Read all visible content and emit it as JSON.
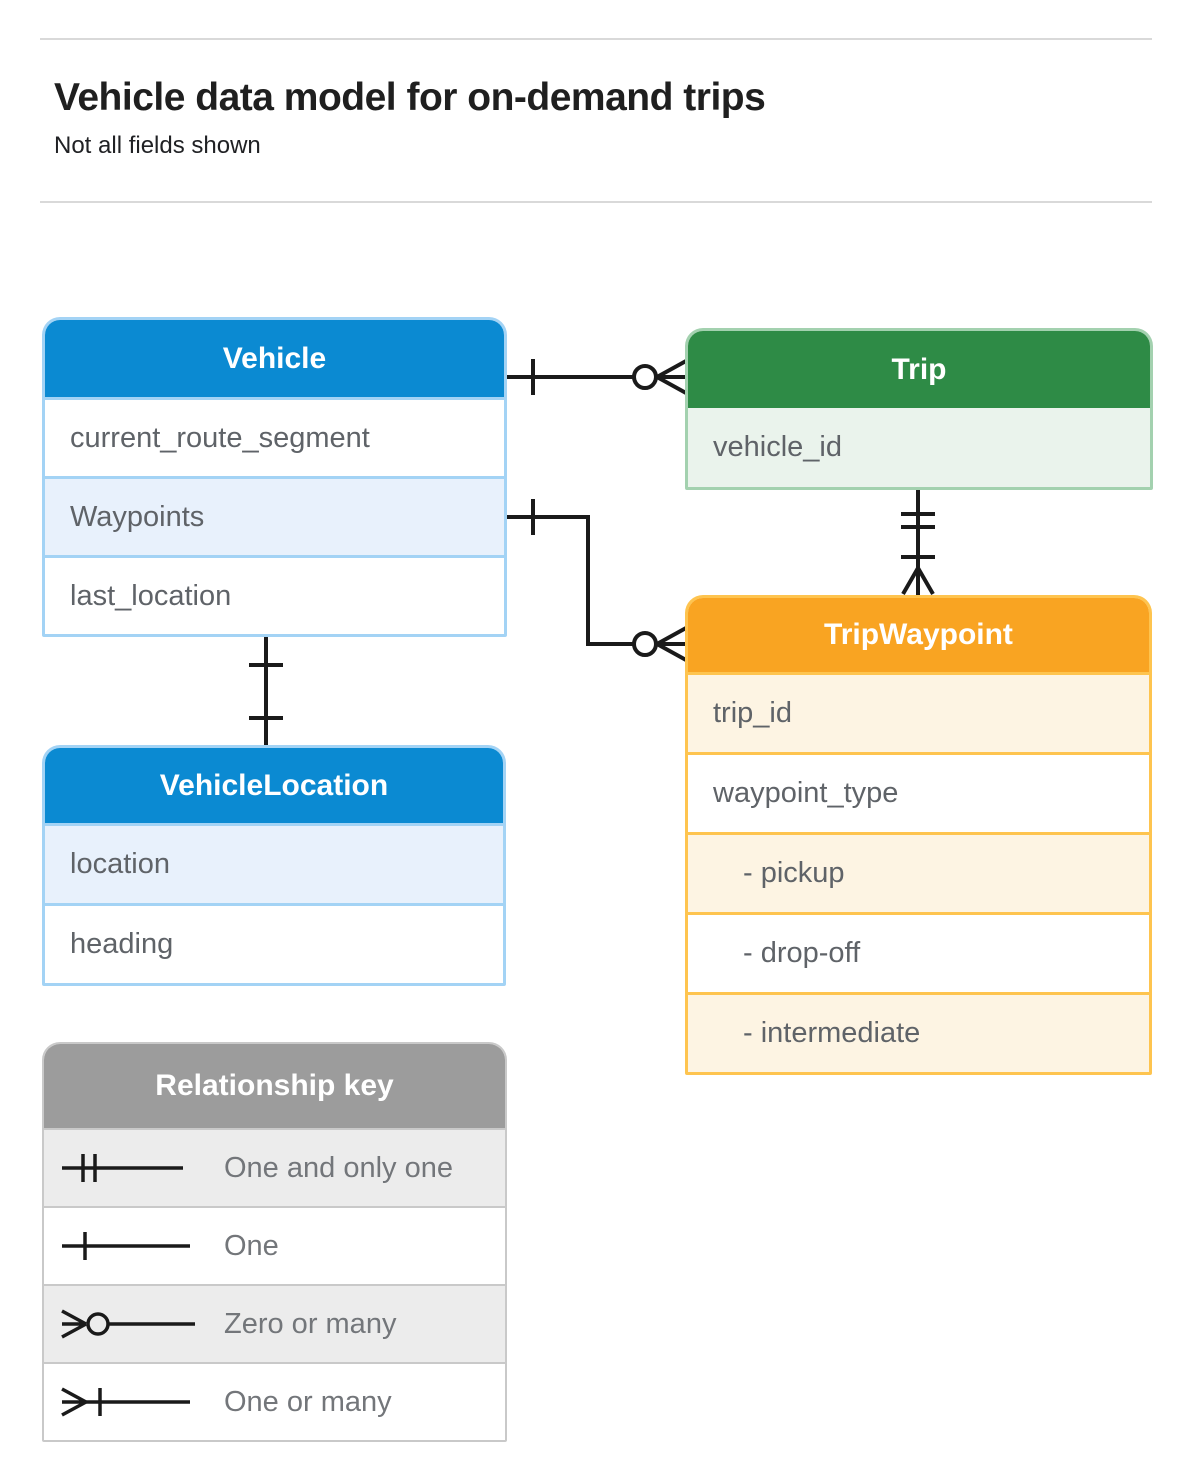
{
  "header": {
    "title": "Vehicle data model for on-demand trips",
    "subtitle": "Not all fields shown"
  },
  "entities": [
    {
      "title": "Vehicle",
      "fields": [
        {
          "label": "current_route_segment",
          "highlighted": false
        },
        {
          "label": "Waypoints",
          "highlighted": true
        },
        {
          "label": "last_location",
          "highlighted": false
        }
      ]
    },
    {
      "title": "Trip",
      "fields": [
        {
          "label": "vehicle_id",
          "highlighted": true
        }
      ]
    },
    {
      "title": "VehicleLocation",
      "fields": [
        {
          "label": "location",
          "highlighted": true
        },
        {
          "label": "heading",
          "highlighted": false
        }
      ]
    },
    {
      "title": "TripWaypoint",
      "fields": [
        {
          "label": "trip_id",
          "highlighted": true
        },
        {
          "label": "waypoint_type",
          "highlighted": false
        },
        {
          "label": "- pickup",
          "highlighted": true
        },
        {
          "label": "- drop-off",
          "highlighted": false
        },
        {
          "label": "- intermediate",
          "highlighted": true
        }
      ]
    }
  ],
  "relationships": [
    {
      "from": "Vehicle",
      "to": "Trip",
      "from_cardinality": "one",
      "to_cardinality": "zero-or-many"
    },
    {
      "from": "Vehicle.Waypoints",
      "to": "TripWaypoint",
      "from_cardinality": "one",
      "to_cardinality": "zero-or-many"
    },
    {
      "from": "Trip",
      "to": "TripWaypoint",
      "from_cardinality": "one-and-only-one",
      "to_cardinality": "one-or-many"
    },
    {
      "from": "Vehicle",
      "to": "VehicleLocation",
      "from_cardinality": "one",
      "to_cardinality": "one"
    }
  ],
  "legend": {
    "title": "Relationship key",
    "items": [
      {
        "symbol": "one-and-only-one-icon",
        "label": "One and only one"
      },
      {
        "symbol": "one-icon",
        "label": "One"
      },
      {
        "symbol": "zero-or-many-icon",
        "label": "Zero or many"
      },
      {
        "symbol": "one-or-many-icon",
        "label": "One or many"
      }
    ]
  },
  "colors": {
    "vehicle_accent": "#0b8ad2",
    "vehicle_border": "#a3d3f5",
    "vehicle_row_highlight": "#e8f1fc",
    "trip_accent": "#2e8b46",
    "trip_border": "#a3d1af",
    "trip_row_highlight": "#eaf3ec",
    "waypoint_accent": "#f9a422",
    "waypoint_border": "#fec44f",
    "waypoint_row_highlight": "#fdf4e3",
    "legend_accent": "#9c9c9c",
    "legend_row_highlight": "#ececec",
    "field_text": "#5f6368",
    "connector": "#1a1a1a"
  }
}
